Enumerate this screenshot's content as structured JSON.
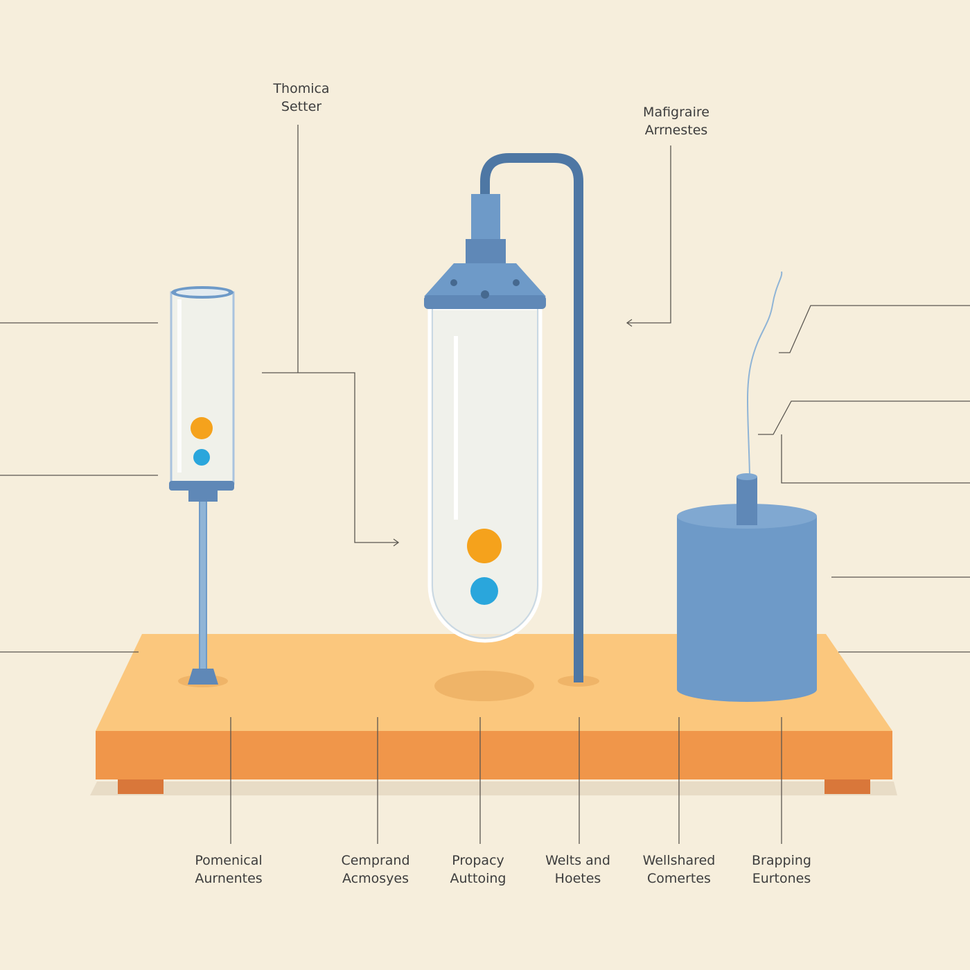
{
  "colors": {
    "background": "#f6eedc",
    "board_top": "#fbc77d",
    "board_front": "#f0964a",
    "apparatus_blue": "#6e9ac8",
    "apparatus_blue_dark": "#4e77a4",
    "ball_orange": "#f5a21c",
    "ball_blue": "#2aa6dc"
  },
  "top_labels": [
    {
      "line1": "Thomica",
      "line2": "Setter"
    },
    {
      "line1": "Mafigraire",
      "line2": "Arrnestes"
    }
  ],
  "bottom_labels": [
    {
      "line1": "Pomenical",
      "line2": "Aurnentes"
    },
    {
      "line1": "Cemprand",
      "line2": "Acmosyes"
    },
    {
      "line1": "Propacy",
      "line2": "Auttoing"
    },
    {
      "line1": "Welts and",
      "line2": "Hoetes"
    },
    {
      "line1": "Wellshared",
      "line2": "Comertes"
    },
    {
      "line1": "Brapping",
      "line2": "Eurtones"
    }
  ]
}
